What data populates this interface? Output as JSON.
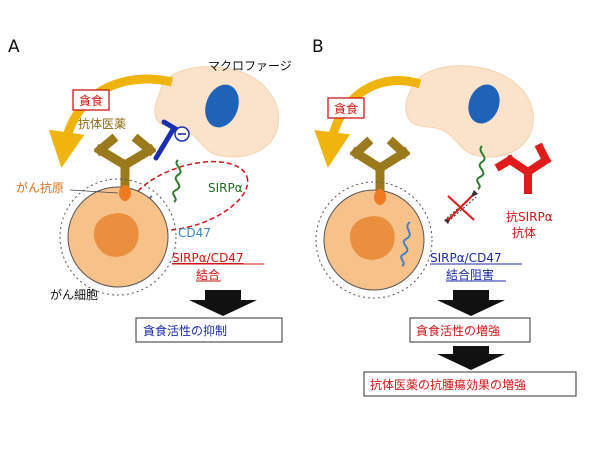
{
  "panels": {
    "a": {
      "letter": "A",
      "macrophage": "マクロファージ",
      "phagocytosis": "貪食",
      "antibody_drug": "抗体医薬",
      "inhibit_symbol": "⊖",
      "sirpa": "SIRPα",
      "cancer_antigen": "がん抗原",
      "cd47": "CD47",
      "binding_line1": "SIRPα/CD47",
      "binding_line2": "結合",
      "cancer_cell": "がん細胞",
      "result": "貪食活性の抑制"
    },
    "b": {
      "letter": "B",
      "phagocytosis": "貪食",
      "anti_sirpa_line1": "抗SIRPα",
      "anti_sirpa_line2": "抗体",
      "block_line1": "SIRPα/CD47",
      "block_line2": "結合阻害",
      "result1": "貪食活性の増強",
      "result2": "抗体医薬の抗腫瘍効果の増強"
    }
  },
  "colors": {
    "macrophage": "#fbe3cb",
    "nucleus": "#1f63b8",
    "antibody_drug": "#9a7a1c",
    "sirpa": "#2e7d2e",
    "cd47": "#4a7fc4",
    "cancer_cell": "#f7c28a",
    "antigen": "#ee7a22",
    "inhibit": "#1a2fb0",
    "anti_sirpa_antibody": "#e01b1b",
    "dashed_ellipse": "#d01616",
    "arrow_gold": "#f0b40e"
  }
}
